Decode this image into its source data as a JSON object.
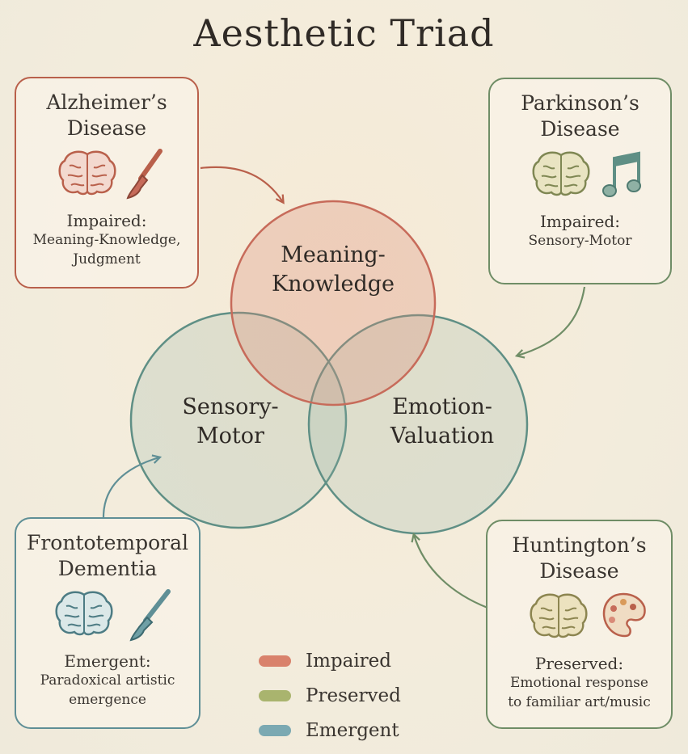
{
  "title": "Aesthetic Triad",
  "circles": [
    {
      "id": "meaning",
      "label": "Meaning-Knowledge",
      "line1": "Meaning-",
      "line2": "Knowledge",
      "color": "#d98a78"
    },
    {
      "id": "sensory",
      "label": "Sensory-Motor",
      "line1": "Sensory-",
      "line2": "Motor",
      "color": "#8fb1a4"
    },
    {
      "id": "emotion",
      "label": "Emotion-Valuation",
      "line1": "Emotion-",
      "line2": "Valuation",
      "color": "#8fb1a4"
    }
  ],
  "conditions": {
    "alzheimers": {
      "name_line1": "Alzheimer’s",
      "name_line2": "Disease",
      "status": "Impaired:",
      "detail_line1": "Meaning-Knowledge,",
      "detail_line2": "Judgment",
      "icons": [
        "brain-icon",
        "paintbrush-icon"
      ],
      "color": "#b9604b"
    },
    "parkinsons": {
      "name_line1": "Parkinson’s",
      "name_line2": "Disease",
      "status": "Impaired:",
      "detail_line1": "Sensory-Motor",
      "detail_line2": "",
      "icons": [
        "brain-icon",
        "music-note-icon"
      ],
      "color": "#6f8d66"
    },
    "ftd": {
      "name_line1": "Frontotemporal",
      "name_line2": "Dementia",
      "status": "Emergent:",
      "detail_line1": "Paradoxical artistic",
      "detail_line2": "emergence",
      "icons": [
        "brain-icon",
        "paintbrush-icon"
      ],
      "color": "#5f8f96"
    },
    "huntingtons": {
      "name_line1": "Huntington’s",
      "name_line2": "Disease",
      "status": "Preserved:",
      "detail_line1": "Emotional response",
      "detail_line2": "to familiar art/music",
      "icons": [
        "brain-icon",
        "palette-icon"
      ],
      "color": "#6f8d66"
    }
  },
  "legend": [
    {
      "label": "Impaired",
      "color": "#d9826c"
    },
    {
      "label": "Preserved",
      "color": "#a9b46e"
    },
    {
      "label": "Emergent",
      "color": "#7ba9b2"
    }
  ]
}
